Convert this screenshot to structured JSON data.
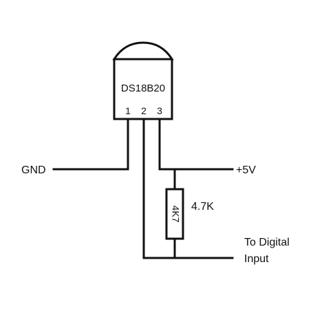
{
  "diagram": {
    "component_name": "DS18B20",
    "pins": [
      "1",
      "2",
      "3"
    ],
    "gnd_label": "GND",
    "vcc_label": "+5V",
    "resistor_code": "4K7",
    "resistor_value": "4.7K",
    "output_label_line1": "To Digital",
    "output_label_line2": "Input"
  },
  "colors": {
    "ink": "#111111",
    "background": "#ffffff"
  }
}
